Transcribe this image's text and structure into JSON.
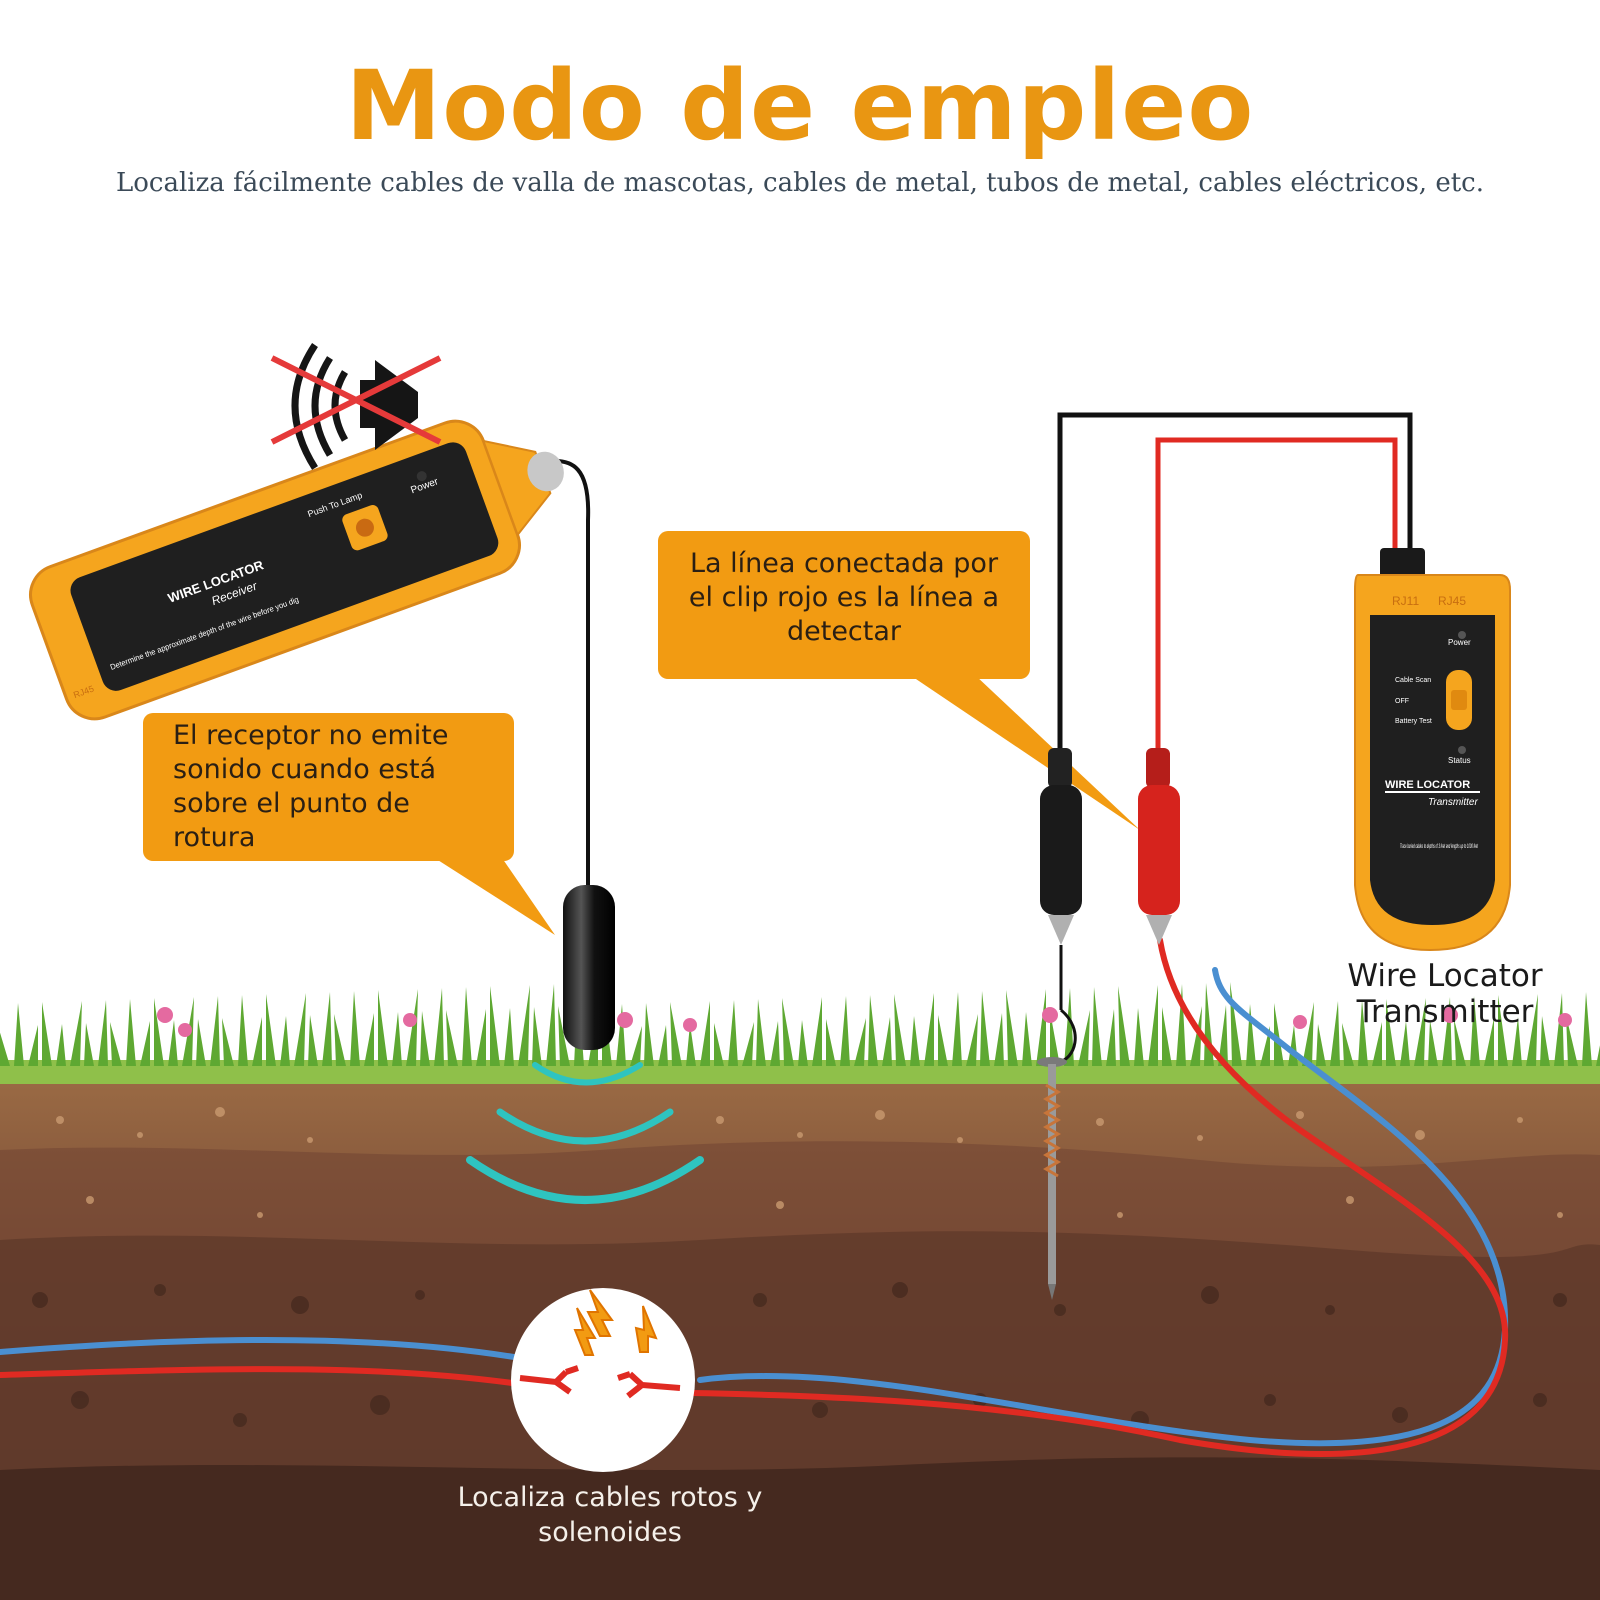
{
  "header": {
    "title": "Modo de empleo",
    "subtitle": "Localiza fácilmente cables de valla de mascotas, cables de metal, tubos de metal, cables eléctricos, etc."
  },
  "callouts": {
    "receiver_note": "El receptor no emite sonido cuando está sobre el punto de rotura",
    "clip_note": "La línea conectada por el clip rojo es la línea a detectar",
    "transmitter_label": "Wire Locator Transmitter",
    "break_label": "Localiza cables rotos y solenoides"
  },
  "receiver": {
    "brand": "WIRE LOCATOR",
    "model": "Receiver",
    "button": "Push To Lamp",
    "power": "Power",
    "note": "Determine the approximate depth of the wire before you dig",
    "port": "RJ45"
  },
  "transmitter": {
    "port_a": "RJ11",
    "port_b": "RJ45",
    "power": "Power",
    "switch_top": "Cable Scan",
    "switch_mid": "OFF",
    "switch_bottom": "Battery Test",
    "status": "Status",
    "brand": "WIRE LOCATOR",
    "model": "Transmitter",
    "note": "Trace buried cables to depths of 3 feet and lengths up to 1000 feet"
  },
  "icons": [
    "speaker-muted-icon",
    "spark-icon"
  ],
  "colors": {
    "accent": "#e99612",
    "callout": "#f29b12",
    "device_body": "#f5a51e",
    "wire_red": "#e02a22",
    "wire_blue": "#4a8fd1",
    "signal": "#2ec4c0",
    "grass": "#5ea832",
    "soil_top": "#8a5a38",
    "soil_deep": "#4e2f22"
  }
}
